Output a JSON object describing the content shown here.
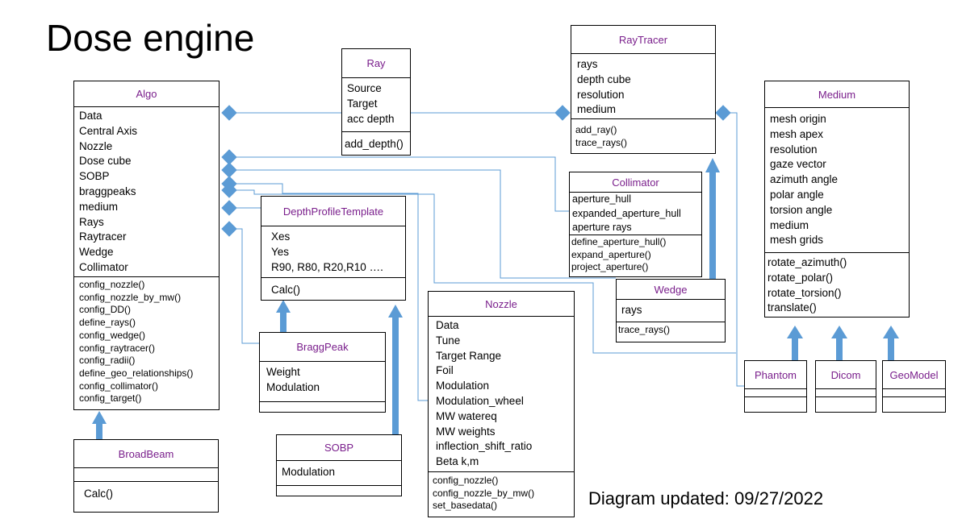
{
  "title": "Dose engine",
  "updated": "Diagram updated: 09/27/2022",
  "colors": {
    "class_title": "#7a1f8c",
    "connector": "#5b9bd5",
    "border": "#000000"
  },
  "classes": {
    "algo": {
      "name": "Algo",
      "attributes": [
        "Data",
        "Central Axis",
        "Nozzle",
        "Dose cube",
        "SOBP",
        "braggpeaks",
        "medium",
        "Rays",
        "Raytracer",
        "Wedge",
        "Collimator"
      ],
      "methods": [
        "config_nozzle()",
        "config_nozzle_by_mw()",
        "config_DD()",
        "define_rays()",
        "config_wedge()",
        "config_raytracer()",
        "config_radii()",
        "define_geo_relationships()",
        "config_collimator()",
        "config_target()"
      ]
    },
    "broadbeam": {
      "name": "BroadBeam",
      "attributes": [],
      "methods": [
        "Calc()"
      ]
    },
    "ray": {
      "name": "Ray",
      "attributes": [
        "Source",
        "Target",
        "acc depth"
      ],
      "methods": [
        "add_depth()"
      ]
    },
    "depthprofile": {
      "name": "DepthProfileTemplate",
      "attributes": [
        "Xes",
        "Yes",
        "R90, R80, R20,R10 …."
      ],
      "methods": [
        "Calc()"
      ]
    },
    "braggpeak": {
      "name": "BraggPeak",
      "attributes": [
        "Weight",
        "Modulation"
      ],
      "methods": []
    },
    "sobp": {
      "name": "SOBP",
      "attributes": [
        "Modulation"
      ],
      "methods": []
    },
    "nozzle": {
      "name": "Nozzle",
      "attributes": [
        "Data",
        "Tune",
        "Target Range",
        "Foil",
        "Modulation",
        "Modulation_wheel",
        "MW watereq",
        "MW weights",
        "inflection_shift_ratio",
        "Beta k,m"
      ],
      "methods": [
        "config_nozzle()",
        "config_nozzle_by_mw()",
        "set_basedata()"
      ]
    },
    "raytracer": {
      "name": "RayTracer",
      "attributes": [
        "rays",
        "depth cube",
        "resolution",
        "medium"
      ],
      "methods": [
        "add_ray()",
        "trace_rays()"
      ]
    },
    "collimator": {
      "name": "Collimator",
      "attributes": [
        "aperture_hull",
        "expanded_aperture_hull",
        "aperture rays"
      ],
      "methods": [
        "define_aperture_hull()",
        "expand_aperture()",
        "project_aperture()"
      ]
    },
    "wedge": {
      "name": "Wedge",
      "attributes": [
        "rays"
      ],
      "methods": [
        "trace_rays()"
      ]
    },
    "medium": {
      "name": "Medium",
      "attributes": [
        "mesh origin",
        "mesh apex",
        "resolution",
        "gaze vector",
        "azimuth angle",
        "polar angle",
        "torsion angle",
        "medium",
        "mesh grids"
      ],
      "methods": [
        "rotate_azimuth()",
        "rotate_polar()",
        "rotate_torsion()",
        "translate()"
      ]
    },
    "phantom": {
      "name": "Phantom",
      "attributes": [],
      "methods": []
    },
    "dicom": {
      "name": "Dicom",
      "attributes": [],
      "methods": []
    },
    "geomodel": {
      "name": "GeoModel",
      "attributes": [],
      "methods": []
    }
  }
}
